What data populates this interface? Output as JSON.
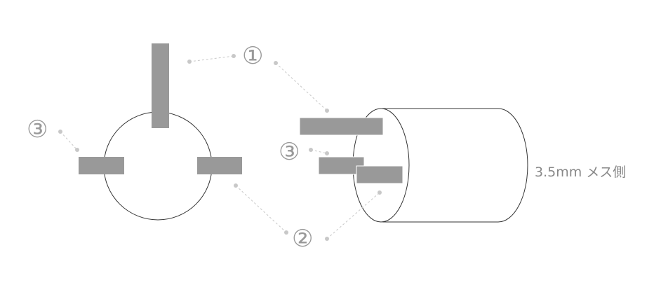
{
  "labels": {
    "one": "①",
    "two": "②",
    "three_left": "③",
    "three_right": "③"
  },
  "caption": "3.5mm メス側",
  "colors": {
    "pin": "#999999",
    "line": "#333333",
    "leader": "#c8c8c8"
  }
}
